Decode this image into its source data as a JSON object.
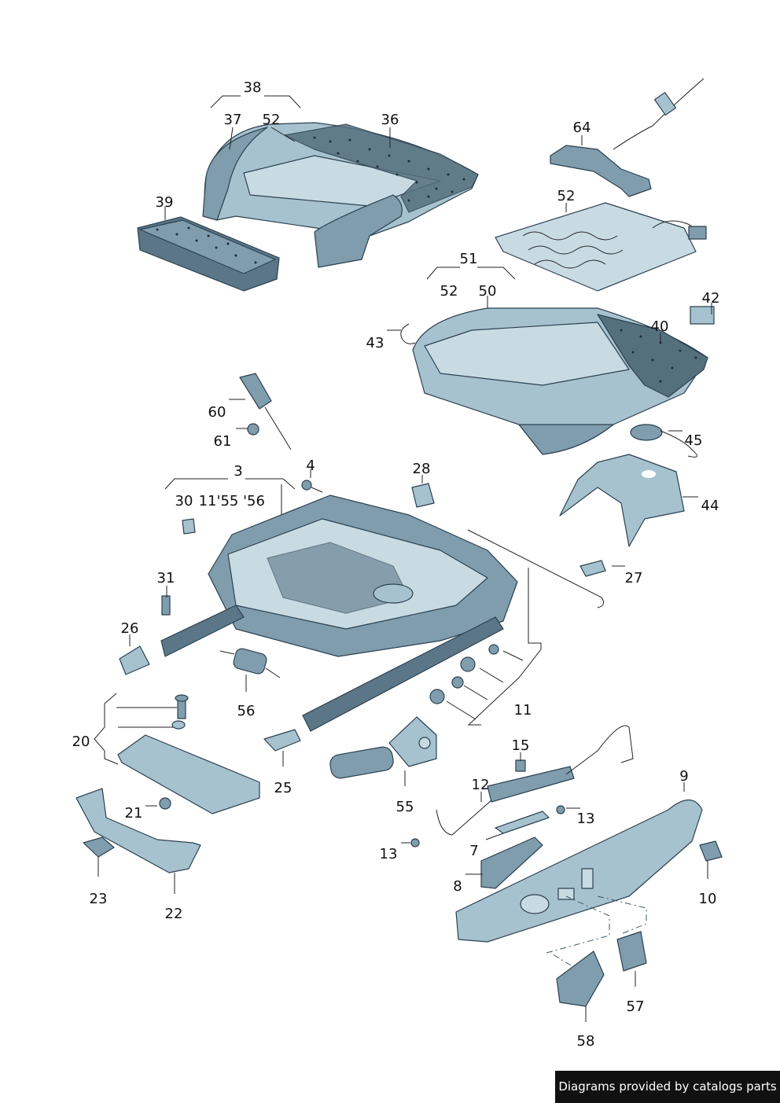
{
  "callouts": [
    "38",
    "37",
    "52",
    "36",
    "39",
    "64",
    "52",
    "51",
    "52",
    "50",
    "43",
    "42",
    "40",
    "60",
    "61",
    "45",
    "44",
    "3",
    "30",
    "11'55",
    "'56",
    "4",
    "28",
    "27",
    "31",
    "26",
    "56",
    "11",
    "20",
    "25",
    "55",
    "15",
    "12",
    "13",
    "9",
    "21",
    "13",
    "7",
    "10",
    "8",
    "23",
    "22",
    "57",
    "58"
  ],
  "credit": "Diagrams provided by catalogs parts"
}
